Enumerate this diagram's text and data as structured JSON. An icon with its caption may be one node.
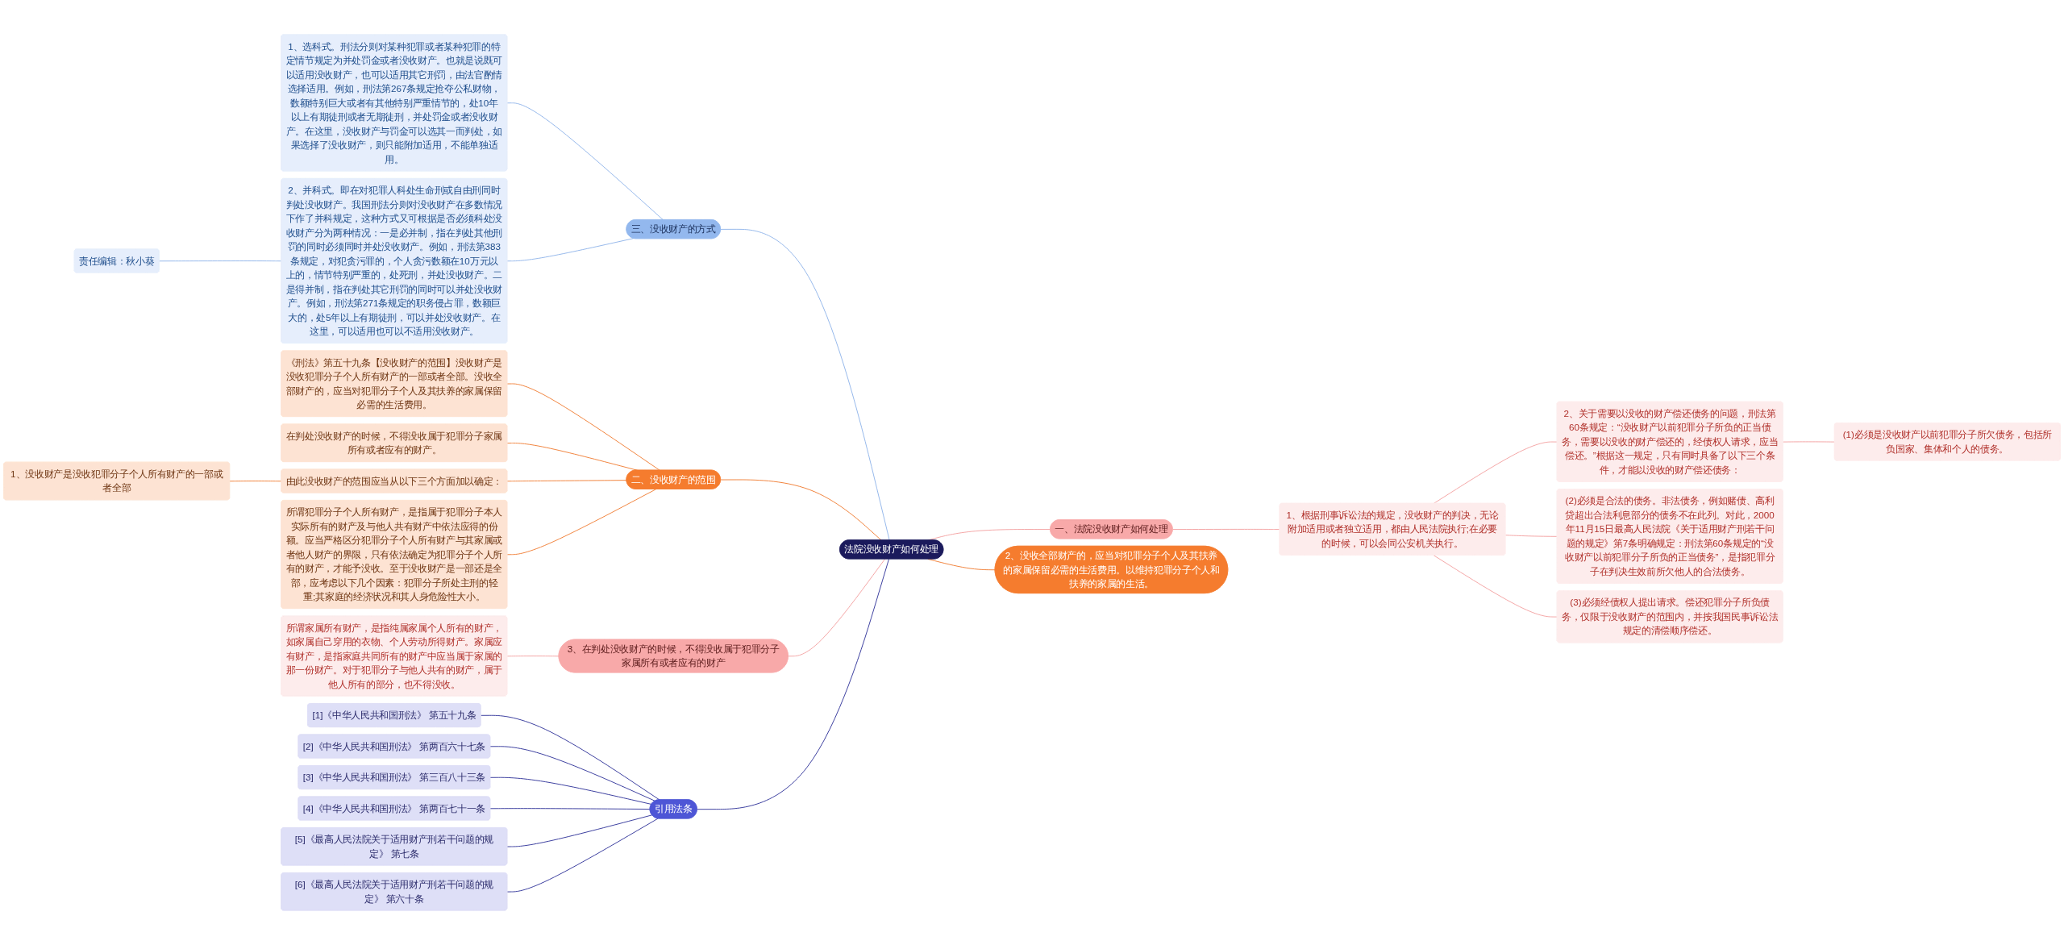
{
  "diagram": {
    "nodes": [
      {
        "text": [
          "法院没收财产如何处理"
        ]
      },
      {
        "text": [
          "一、法院没收财产如何处理"
        ]
      },
      {
        "text": [
          "1、根据刑事诉讼法的规定，没收财产的判决，无论附加适用或者独立适用，都由人民法院执行;在必要的时候，可以会同公安机关执行。"
        ]
      },
      {
        "text": [
          "2、关于需要以没收的财产偿还债务的问题，刑法第60条规定：“没收财产以前犯罪分子所负的正当债务，需要以没收的财产偿还的，经债权人请求，应当偿还。”根据这一规定，只有同时具备了以下三个条件，才能以没收的财产偿还债务："
        ]
      },
      {
        "text": [
          "(1)必须是没收财产以前犯罪分子所欠债务，包括所负国家、集体和个人的债务。"
        ]
      },
      {
        "text": [
          "(2)必须是合法的债务。非法债务，例如赌债、高利贷超出合法利息部分的债务不在此列。对此，2000年11月15日最高人民法院《关于适用财产刑若干问题的规定》第7条明确规定：刑法第60条规定的“没收财产以前犯罪分子所负的正当债务”，是指犯罪分子在判决生效前所欠他人的合法债务。"
        ]
      },
      {
        "text": [
          "(3)必须经债权人提出请求。偿还犯罪分子所负债务，仅限于没收财产的范围内，并按我国民事诉讼法规定的清偿顺序偿还。"
        ]
      },
      {
        "text": [
          "2、没收全部财产的，应当对犯罪分子个人及其扶养的家属保留必需的生活费用。以维持犯罪分子个人和扶养的家属的生活。"
        ]
      },
      {
        "text": [
          "三、没收财产的方式"
        ]
      },
      {
        "text": [
          "1、选科式。刑法分则对某种犯罪或者某种犯罪的特定情节规定为并处罚金或者没收财产。也就是说既可以适用没收财产，也可以适用其它刑罚，由法官酌情选择适用。例如，刑法第267条规定抢夺公私财物，数额特别巨大或者有其他特别严重情节的，处10年以上有期徒刑或者无期徒刑，并处罚金或者没收财产。在这里，没收财产与罚金可以选其一而判处，如果选择了没收财产，则只能附加适用，不能单独适用。"
        ]
      },
      {
        "text": [
          "2、并科式。即在对犯罪人科处生命刑或自由刑同时判处没收财产。我国刑法分则对没收财产在多数情况下作了并科规定，这种方式又可根据是否必须科处没收财产分为两种情况：一是必并制，指在判处其他刑罚的同时必须同时并处没收财产。例如，刑法第383条规定，对犯贪污罪的，个人贪污数额在10万元以上的，情节特别严重的，处死刑，并处没收财产。二是得并制，指在判处其它刑罚的同时可以并处没收财产。例如，刑法第271条规定的职务侵占罪，数额巨大的，处5年以上有期徒刑，可以并处没收财产。在这里，可以适用也可以不适用没收财产。"
        ]
      },
      {
        "text": [
          "责任编辑：秋小葵"
        ]
      },
      {
        "text": [
          "二、没收财产的范围"
        ]
      },
      {
        "text": [
          "《刑法》第五十九条【没收财产的范围】没收财产是没收犯罪分子个人所有财产的一部或者全部。没收全部财产的，应当对犯罪分子个人及其扶养的家属保留必需的生活费用。"
        ]
      },
      {
        "text": [
          "在判处没收财产的时候，不得没收属于犯罪分子家属所有或者应有的财产。"
        ]
      },
      {
        "text": [
          "由此没收财产的范围应当从以下三个方面加以确定："
        ]
      },
      {
        "text": [
          "1、没收财产是没收犯罪分子个人所有财产的一部或者全部"
        ]
      },
      {
        "text": [
          "所谓犯罪分子个人所有财产，是指属于犯罪分子本人实际所有的财产及与他人共有财产中依法应得的份额。应当严格区分犯罪分子个人所有财产与其家属或者他人财产的界限，只有依法确定为犯罪分子个人所有的财产，才能予没收。至于没收财产是一部还是全部，应考虑以下几个因素：犯罪分子所处主刑的轻重;其家庭的经济状况和其人身危险性大小。"
        ]
      },
      {
        "text": [
          "3、在判处没收财产的时候，不得没收属于犯罪分子家属所有或者应有的财产"
        ]
      },
      {
        "text": [
          "所谓家属所有财产，是指纯属家属个人所有的财产，如家属自己穿用的衣物、个人劳动所得财产。家属应有财产，是指家庭共同所有的财产中应当属于家属的那一份财产。对于犯罪分子与他人共有的财产，属于他人所有的部分，也不得没收。"
        ]
      },
      {
        "text": [
          "引用法条"
        ]
      },
      {
        "text": [
          "[1]《中华人民共和国刑法》 第五十九条"
        ]
      },
      {
        "text": [
          "[2]《中华人民共和国刑法》 第两百六十七条"
        ]
      },
      {
        "text": [
          "[3]《中华人民共和国刑法》 第三百八十三条"
        ]
      },
      {
        "text": [
          "[4]《中华人民共和国刑法》 第两百七十一条"
        ]
      },
      {
        "text": [
          "[5]《最高人民法院关于适用财产刑若干问题的规定》 第七条"
        ]
      },
      {
        "text": [
          "[6]《最高人民法院关于适用财产刑若干问题的规定》 第六十条"
        ]
      }
    ],
    "edges": [
      {
        "from": 0,
        "to": 1,
        "arrow": "none"
      },
      {
        "from": 1,
        "to": 2,
        "arrow": "none"
      },
      {
        "from": 2,
        "to": 3,
        "arrow": "none"
      },
      {
        "from": 3,
        "to": 4,
        "arrow": "none"
      },
      {
        "from": 2,
        "to": 5,
        "arrow": "none"
      },
      {
        "from": 2,
        "to": 6,
        "arrow": "none"
      },
      {
        "from": 0,
        "to": 7,
        "arrow": "none",
        "color": "#f07c32"
      },
      {
        "from": 0,
        "to": 8,
        "arrow": "none",
        "color": "#8fb4ea"
      },
      {
        "from": 8,
        "to": 9,
        "arrow": "none",
        "color": "#8fb4ea"
      },
      {
        "from": 8,
        "to": 10,
        "arrow": "none",
        "color": "#8fb4ea"
      },
      {
        "from": 10,
        "to": 11,
        "arrow": "none",
        "color": "#8fb4ea"
      },
      {
        "from": 0,
        "to": 12,
        "arrow": "none",
        "color": "#f07c32"
      },
      {
        "from": 12,
        "to": 13,
        "arrow": "none",
        "color": "#f07c32"
      },
      {
        "from": 12,
        "to": 14,
        "arrow": "none",
        "color": "#f07c32"
      },
      {
        "from": 12,
        "to": 15,
        "arrow": "none",
        "color": "#f07c32"
      },
      {
        "from": 15,
        "to": 16,
        "arrow": "none",
        "color": "#f07c32"
      },
      {
        "from": 12,
        "to": 17,
        "arrow": "none",
        "color": "#f07c32"
      },
      {
        "from": 0,
        "to": 18,
        "arrow": "none"
      },
      {
        "from": 18,
        "to": 19,
        "arrow": "none"
      },
      {
        "from": 0,
        "to": 20,
        "arrow": "none",
        "color": "#2f3399"
      },
      {
        "from": 20,
        "to": 21,
        "arrow": "none",
        "color": "#2f3399"
      },
      {
        "from": 20,
        "to": 22,
        "arrow": "none",
        "color": "#2f3399"
      },
      {
        "from": 20,
        "to": 23,
        "arrow": "none",
        "color": "#2f3399"
      },
      {
        "from": 20,
        "to": 24,
        "arrow": "none",
        "color": "#2f3399"
      },
      {
        "from": 20,
        "to": 25,
        "arrow": "none",
        "color": "#2f3399"
      },
      {
        "from": 20,
        "to": 26,
        "arrow": "none",
        "color": "#2f3399"
      }
    ]
  }
}
